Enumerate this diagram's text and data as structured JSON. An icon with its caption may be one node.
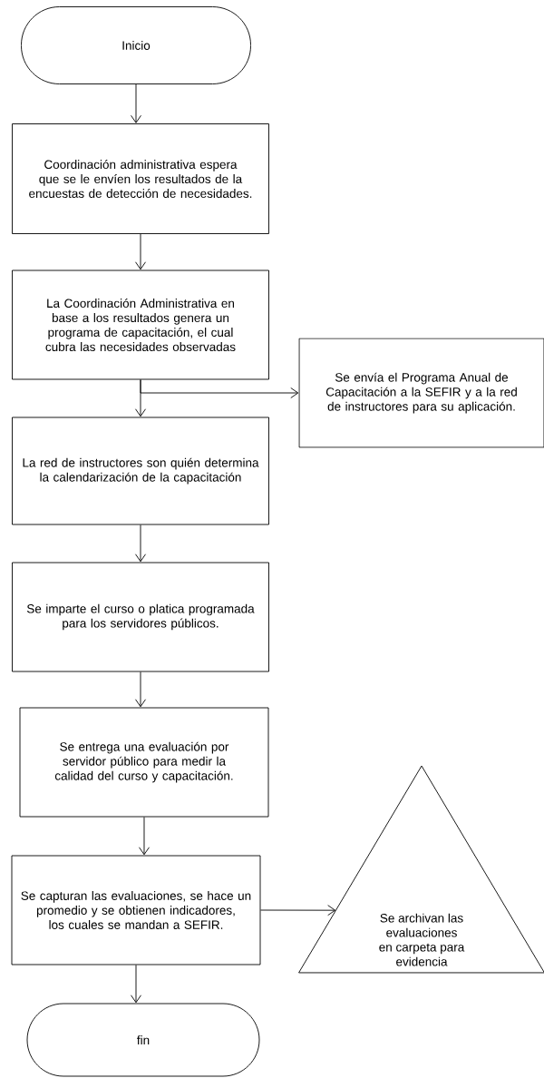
{
  "diagram": {
    "nodes": [
      {
        "text": [
          "Inicio"
        ]
      },
      {
        "text": [
          "Coordinación administrativa espera que se le envíen los resultados de la encuestas de detección de necesidades."
        ]
      },
      {
        "text": [
          "La Coordinación Administrativa en base a los resultados genera un programa de capacitación, el cual cubra las necesidades observadas"
        ]
      },
      {
        "text": [
          "Se envía el Programa Anual de Capacitación a la SEFIR y a la red de instructores para su aplicación."
        ]
      },
      {
        "text": [
          "La red de instructores son quién determina la calendarización de la capacitación"
        ]
      },
      {
        "text": [
          "Se imparte el curso o platica programada para los servidores públicos."
        ]
      },
      {
        "text": [
          "Se entrega una evaluación por servidor público para medir la calidad del curso y capacitación."
        ]
      },
      {
        "text": [
          "Se capturan las evaluaciones, se hace un promedio y se obtienen indicadores, los cuales se mandan a SEFIR."
        ]
      },
      {
        "text": [
          "Se archivan las evaluaciones en carpeta para evidencia"
        ]
      },
      {
        "text": [
          "fin"
        ]
      }
    ],
    "edges": [
      {
        "from": 0,
        "to": 1,
        "arrow": "to"
      },
      {
        "from": 1,
        "to": 2,
        "arrow": "to"
      },
      {
        "from": 2,
        "to": 4,
        "arrow": "to"
      },
      {
        "from": 2,
        "to": 3,
        "arrow": "to"
      },
      {
        "from": 4,
        "to": 5,
        "arrow": "to"
      },
      {
        "from": 5,
        "to": 6,
        "arrow": "to"
      },
      {
        "from": 6,
        "to": 7,
        "arrow": "to"
      },
      {
        "from": 7,
        "to": 8,
        "arrow": "to"
      },
      {
        "from": 7,
        "to": 9,
        "arrow": "to"
      }
    ]
  }
}
